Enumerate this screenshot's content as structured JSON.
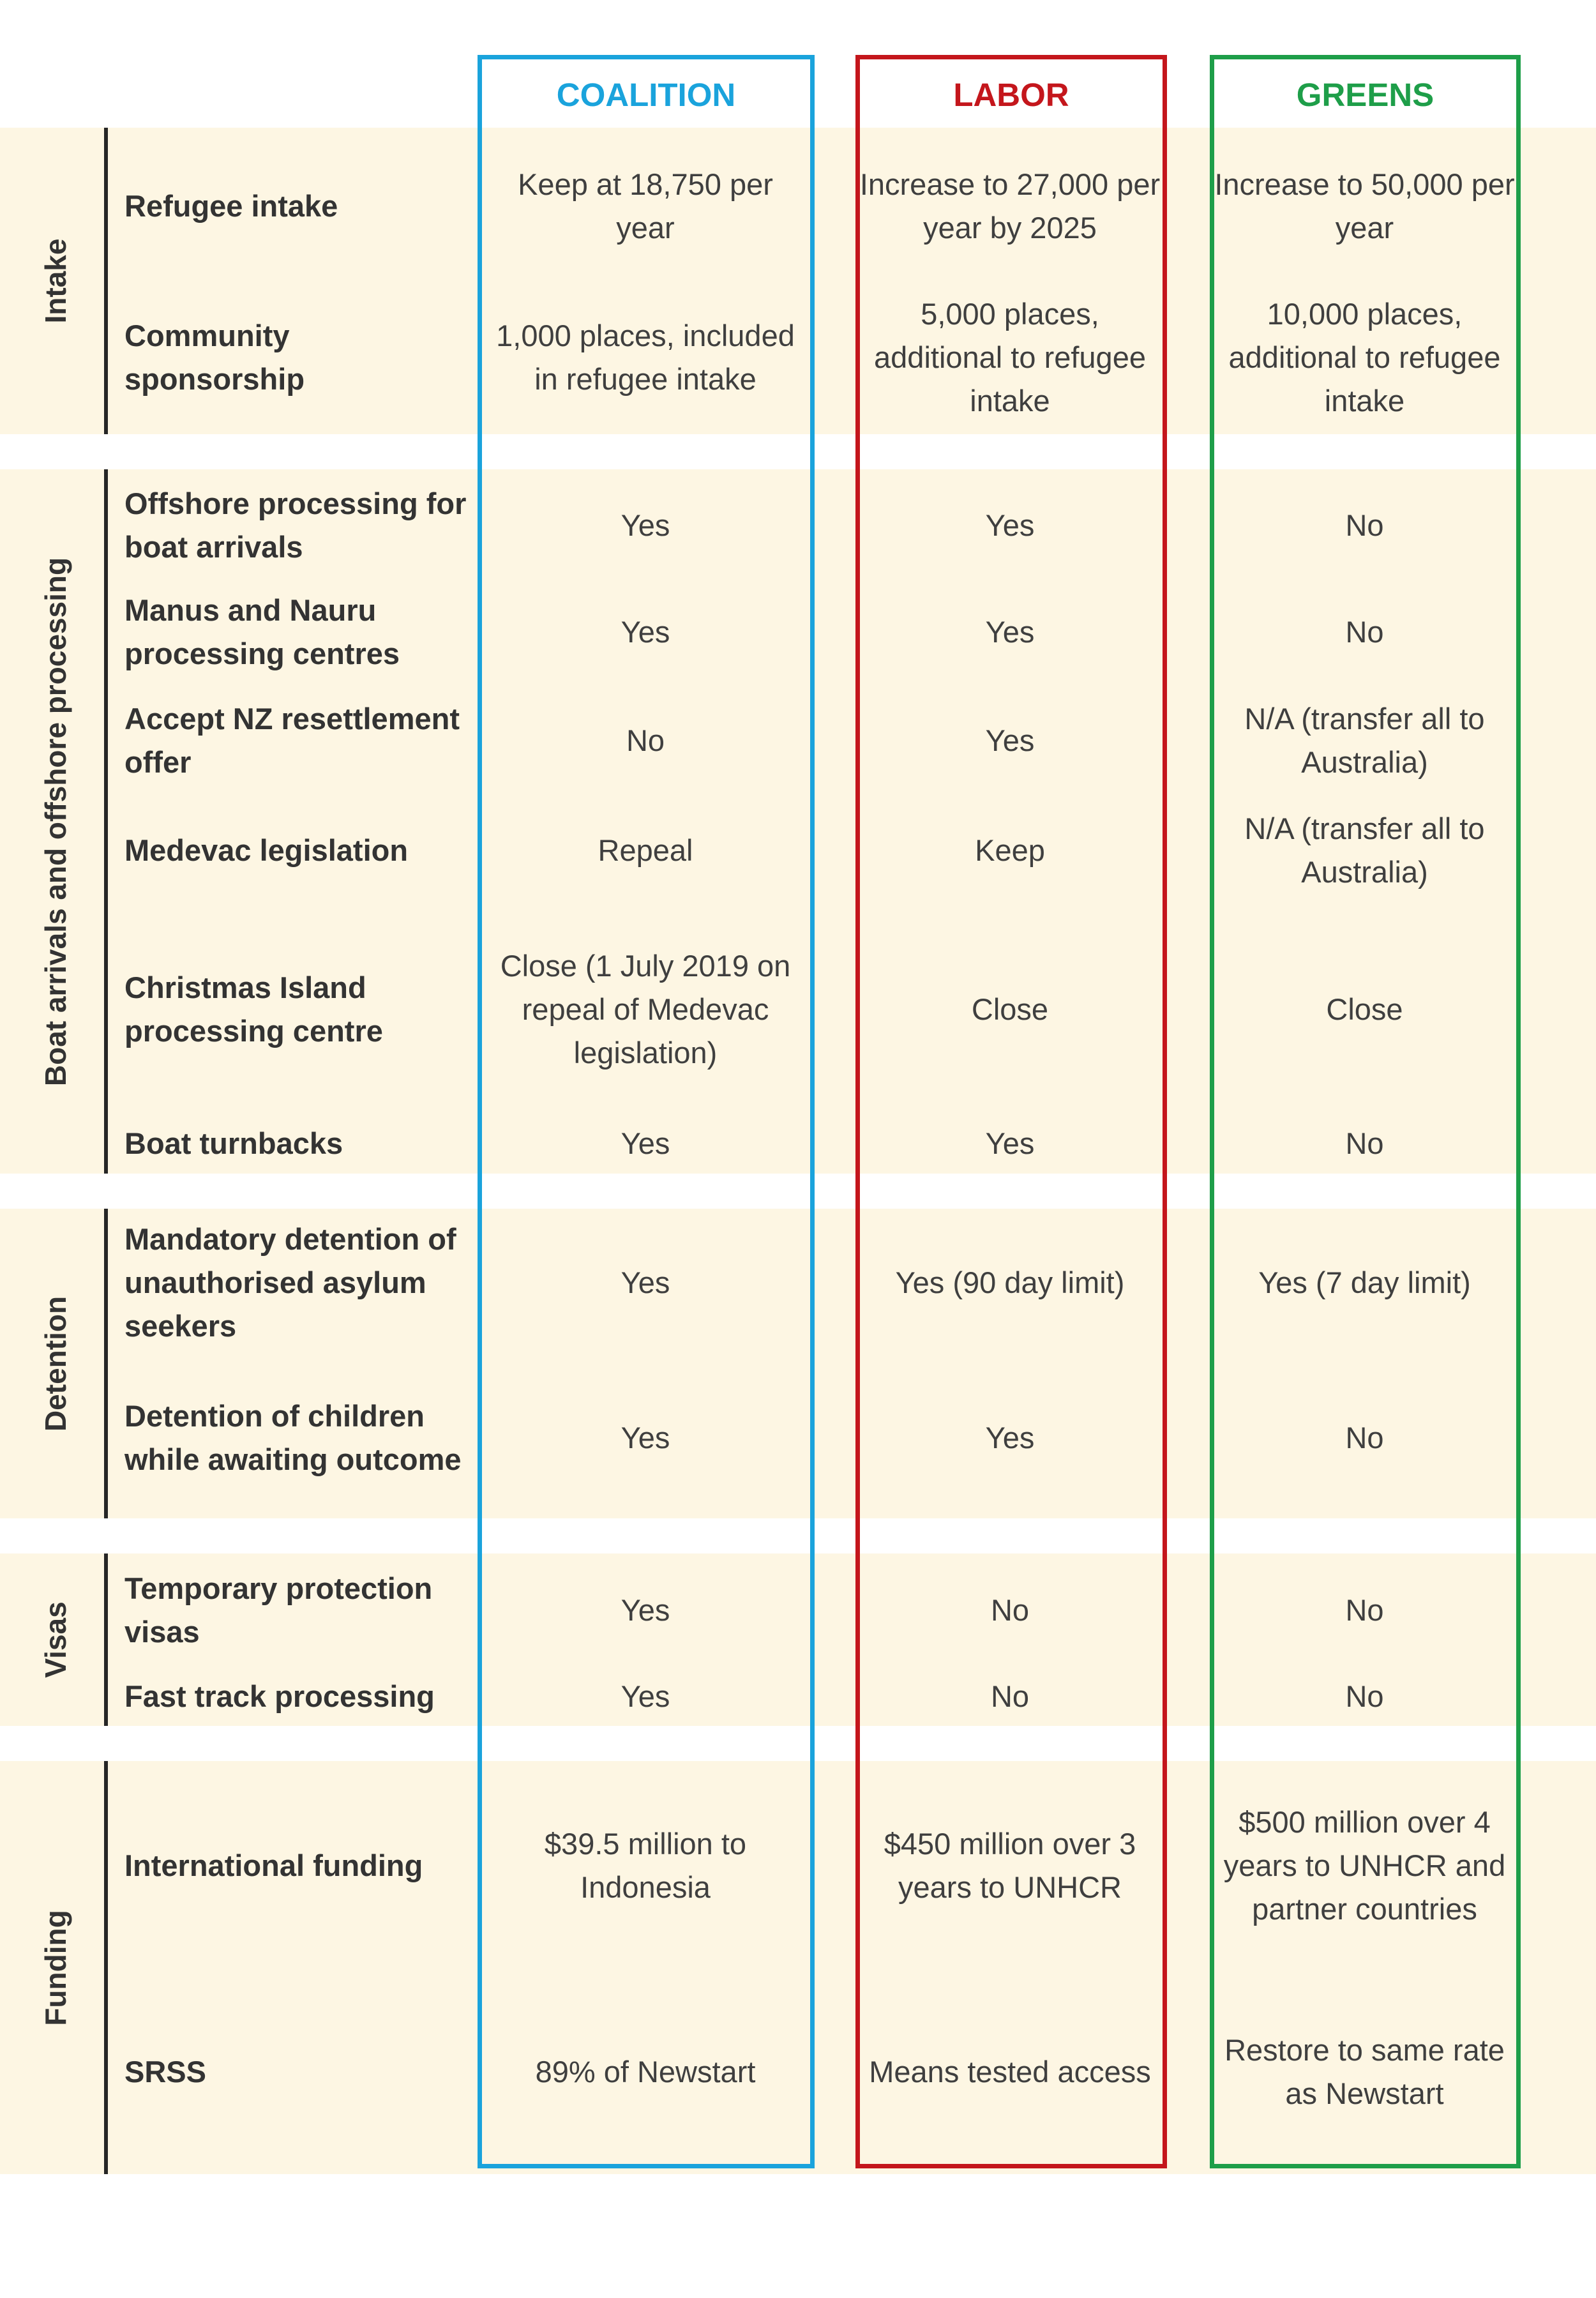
{
  "parties": [
    {
      "name": "COALITION",
      "color": "#1aa3dc"
    },
    {
      "name": "LABOR",
      "color": "#c4161c"
    },
    {
      "name": "GREENS",
      "color": "#1e9e49"
    }
  ],
  "categories": [
    {
      "label": "Intake"
    },
    {
      "label": "Boat arrivals and offshore processing"
    },
    {
      "label": "Detention"
    },
    {
      "label": "Visas"
    },
    {
      "label": "Funding"
    }
  ],
  "rows": [
    {
      "label": "Refugee intake",
      "values": [
        "Keep at 18,750 per year",
        "Increase to 27,000 per year by 2025",
        "Increase to 50,000 per year"
      ]
    },
    {
      "label": "Community sponsorship",
      "values": [
        "1,000 places, included in refugee intake",
        "5,000 places, additional to refugee intake",
        "10,000 places, additional to refugee intake"
      ]
    },
    {
      "label": "Offshore processing for boat arrivals",
      "values": [
        "Yes",
        "Yes",
        "No"
      ]
    },
    {
      "label": "Manus and Nauru processing centres",
      "values": [
        "Yes",
        "Yes",
        "No"
      ]
    },
    {
      "label": "Accept NZ resettlement offer",
      "values": [
        "No",
        "Yes",
        "N/A (transfer all to Australia)"
      ]
    },
    {
      "label": "Medevac legislation",
      "values": [
        "Repeal",
        "Keep",
        "N/A (transfer all to Australia)"
      ]
    },
    {
      "label": "Christmas Island processing centre",
      "values": [
        "Close (1 July 2019 on repeal of Medevac legislation)",
        "Close",
        "Close"
      ]
    },
    {
      "label": "Boat turnbacks",
      "values": [
        "Yes",
        "Yes",
        "No"
      ]
    },
    {
      "label": "Mandatory detention of unauthorised asylum seekers",
      "values": [
        "Yes",
        "Yes (90 day limit)",
        "Yes (7 day limit)"
      ]
    },
    {
      "label": "Detention of children while awaiting outcome",
      "values": [
        "Yes",
        "Yes",
        "No"
      ]
    },
    {
      "label": "Temporary protection visas",
      "values": [
        "Yes",
        "No",
        "No"
      ]
    },
    {
      "label": "Fast track processing",
      "values": [
        "Yes",
        "No",
        "No"
      ]
    },
    {
      "label": "International funding",
      "values": [
        "$39.5 million to Indonesia",
        "$450 million over 3 years to UNHCR",
        "$500 million over 4 years to UNHCR and partner countries"
      ]
    },
    {
      "label": "SRSS",
      "values": [
        "89% of Newstart",
        "Means tested access",
        "Restore to same rate as Newstart"
      ]
    }
  ]
}
